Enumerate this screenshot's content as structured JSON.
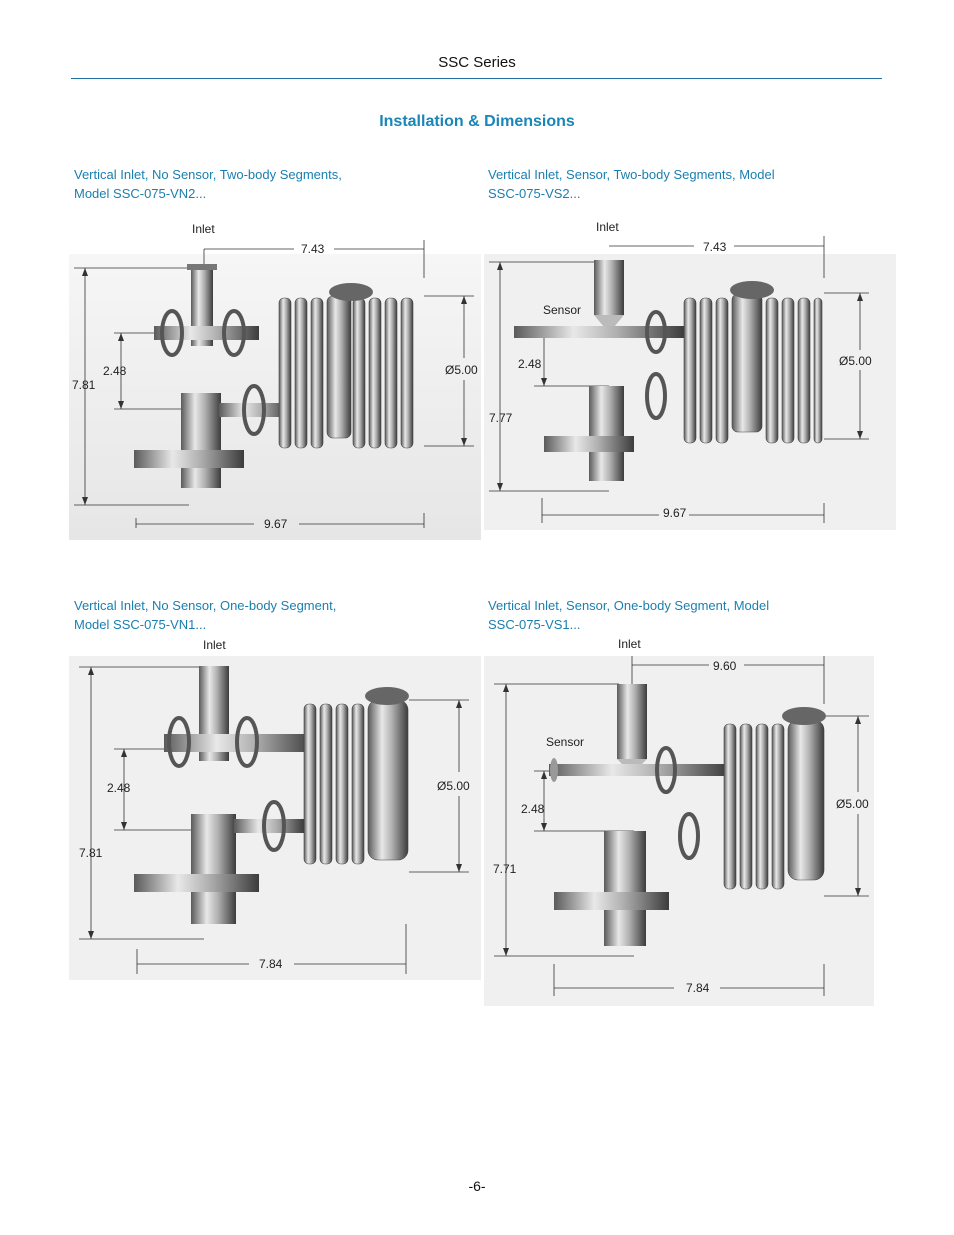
{
  "header": {
    "series_title": "SSC Series"
  },
  "section_title": "Installation & Dimensions",
  "figures": [
    {
      "caption_line1": "Vertical Inlet, No Sensor, Two-body Segments,",
      "caption_line2": "Model SSC-075-VN2...",
      "labels": {
        "inlet": "Inlet",
        "sensor": "",
        "top_width": "7.43",
        "offset": "2.48",
        "height": "7.81",
        "diameter": "Ø5.00",
        "bottom_width": "9.67"
      }
    },
    {
      "caption_line1": "Vertical Inlet, Sensor, Two-body Segments, Model",
      "caption_line2": "SSC-075-VS2...",
      "labels": {
        "inlet": "Inlet",
        "sensor": "Sensor",
        "top_width": "7.43",
        "offset": "2.48",
        "height": "7.77",
        "diameter": "Ø5.00",
        "bottom_width": "9.67"
      }
    },
    {
      "caption_line1": "Vertical Inlet, No Sensor, One-body Segment,",
      "caption_line2": "Model SSC-075-VN1...",
      "labels": {
        "inlet": "Inlet",
        "sensor": "",
        "top_width": "",
        "offset": "2.48",
        "height": "7.81",
        "diameter": "Ø5.00",
        "bottom_width": "7.84"
      }
    },
    {
      "caption_line1": "Vertical Inlet, Sensor, One-body Segment, Model",
      "caption_line2": "SSC-075-VS1...",
      "labels": {
        "inlet": "Inlet",
        "sensor": "Sensor",
        "top_width": "9.60",
        "offset": "2.48",
        "height": "7.71",
        "diameter": "Ø5.00",
        "bottom_width": "7.84"
      }
    }
  ],
  "page_number": "-6-"
}
